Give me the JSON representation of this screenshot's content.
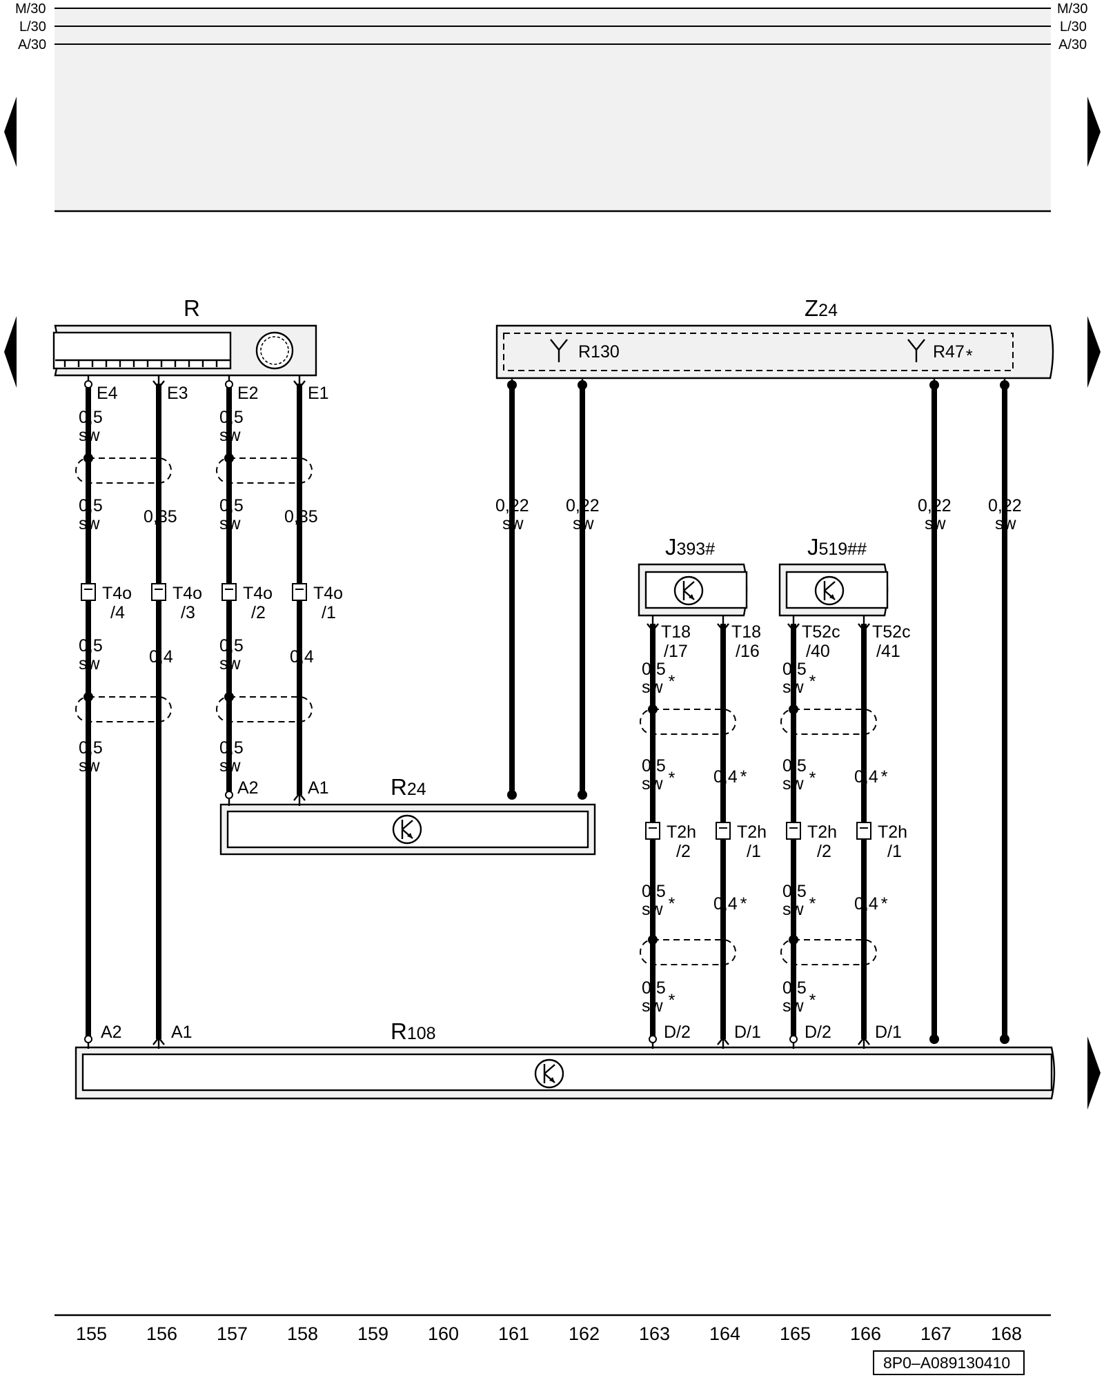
{
  "rails": {
    "left": [
      "M/30",
      "L/30",
      "A/30"
    ],
    "right": [
      "M/30",
      "L/30",
      "A/30"
    ]
  },
  "components": {
    "R": {
      "name": "R",
      "sub": ""
    },
    "Z24": {
      "name": "Z",
      "sub": "24"
    },
    "R130": {
      "name": "R130"
    },
    "R47": {
      "name": "R47",
      "mark": "*"
    },
    "J393": {
      "name": "J",
      "sub": "393",
      "mark": "#"
    },
    "J519": {
      "name": "J",
      "sub": "519",
      "mark": "##"
    },
    "R24": {
      "name": "R",
      "sub": "24"
    },
    "R108": {
      "name": "R",
      "sub": "108"
    }
  },
  "pins": {
    "R_E4": "E4",
    "R_E3": "E3",
    "R_E2": "E2",
    "R_E1": "E1",
    "R24_A2": "A2",
    "R24_A1": "A1",
    "R108_A2": "A2",
    "R108_A1": "A1",
    "R108_D2a": "D/2",
    "R108_D1a": "D/1",
    "R108_D2b": "D/2",
    "R108_D1b": "D/1"
  },
  "connectors": {
    "T4o_4": {
      "name": "T4o",
      "pin": "/4"
    },
    "T4o_3": {
      "name": "T4o",
      "pin": "/3"
    },
    "T4o_2": {
      "name": "T4o",
      "pin": "/2"
    },
    "T4o_1": {
      "name": "T4o",
      "pin": "/1"
    },
    "T18_17": {
      "name": "T18",
      "pin": "/17"
    },
    "T18_16": {
      "name": "T18",
      "pin": "/16"
    },
    "T52c_40": {
      "name": "T52c",
      "pin": "/40"
    },
    "T52c_41": {
      "name": "T52c",
      "pin": "/41"
    },
    "T2h_2a": {
      "name": "T2h",
      "pin": "/2"
    },
    "T2h_1a": {
      "name": "T2h",
      "pin": "/1"
    },
    "T2h_2b": {
      "name": "T2h",
      "pin": "/2"
    },
    "T2h_1b": {
      "name": "T2h",
      "pin": "/1"
    }
  },
  "wire_labels": {
    "w155_a": {
      "size": "0,5",
      "color": "sw"
    },
    "w155_b": {
      "size": "0,5",
      "color": "sw"
    },
    "w155_c": {
      "size": "0,5",
      "color": "sw"
    },
    "w155_d": {
      "size": "0,5",
      "color": "sw"
    },
    "w156_b": {
      "size": "0,35"
    },
    "w156_c": {
      "size": "0,4"
    },
    "w157_a": {
      "size": "0,5",
      "color": "sw"
    },
    "w157_b": {
      "size": "0,5",
      "color": "sw"
    },
    "w157_c": {
      "size": "0,5",
      "color": "sw"
    },
    "w157_d": {
      "size": "0,5",
      "color": "sw"
    },
    "w158_b": {
      "size": "0,35"
    },
    "w158_c": {
      "size": "0,4"
    },
    "w161": {
      "size": "0,22",
      "color": "sw"
    },
    "w162": {
      "size": "0,22",
      "color": "sw"
    },
    "w167": {
      "size": "0,22",
      "color": "sw"
    },
    "w168": {
      "size": "0,22",
      "color": "sw"
    },
    "w163_a": {
      "size": "0,5",
      "color": "sw",
      "mark": "*"
    },
    "w163_b": {
      "size": "0,5",
      "color": "sw",
      "mark": "*"
    },
    "w163_c": {
      "size": "0,5",
      "color": "sw",
      "mark": "*"
    },
    "w163_d": {
      "size": "0,5",
      "color": "sw",
      "mark": "*"
    },
    "w164_b": {
      "size": "0,4",
      "mark": "*"
    },
    "w164_c": {
      "size": "0,4",
      "mark": "*"
    },
    "w165_a": {
      "size": "0,5",
      "color": "sw",
      "mark": "*"
    },
    "w165_b": {
      "size": "0,5",
      "color": "sw",
      "mark": "*"
    },
    "w165_c": {
      "size": "0,5",
      "color": "sw",
      "mark": "*"
    },
    "w165_d": {
      "size": "0,5",
      "color": "sw",
      "mark": "*"
    },
    "w166_b": {
      "size": "0,4",
      "mark": "*"
    },
    "w166_c": {
      "size": "0,4",
      "mark": "*"
    }
  },
  "tracks": [
    "155",
    "156",
    "157",
    "158",
    "159",
    "160",
    "161",
    "162",
    "163",
    "164",
    "165",
    "166",
    "167",
    "168"
  ],
  "doc_code": "8P0–A089130410",
  "icons": [
    "transistor-symbol",
    "antenna-symbol",
    "display-gauge",
    "page-arrow"
  ]
}
